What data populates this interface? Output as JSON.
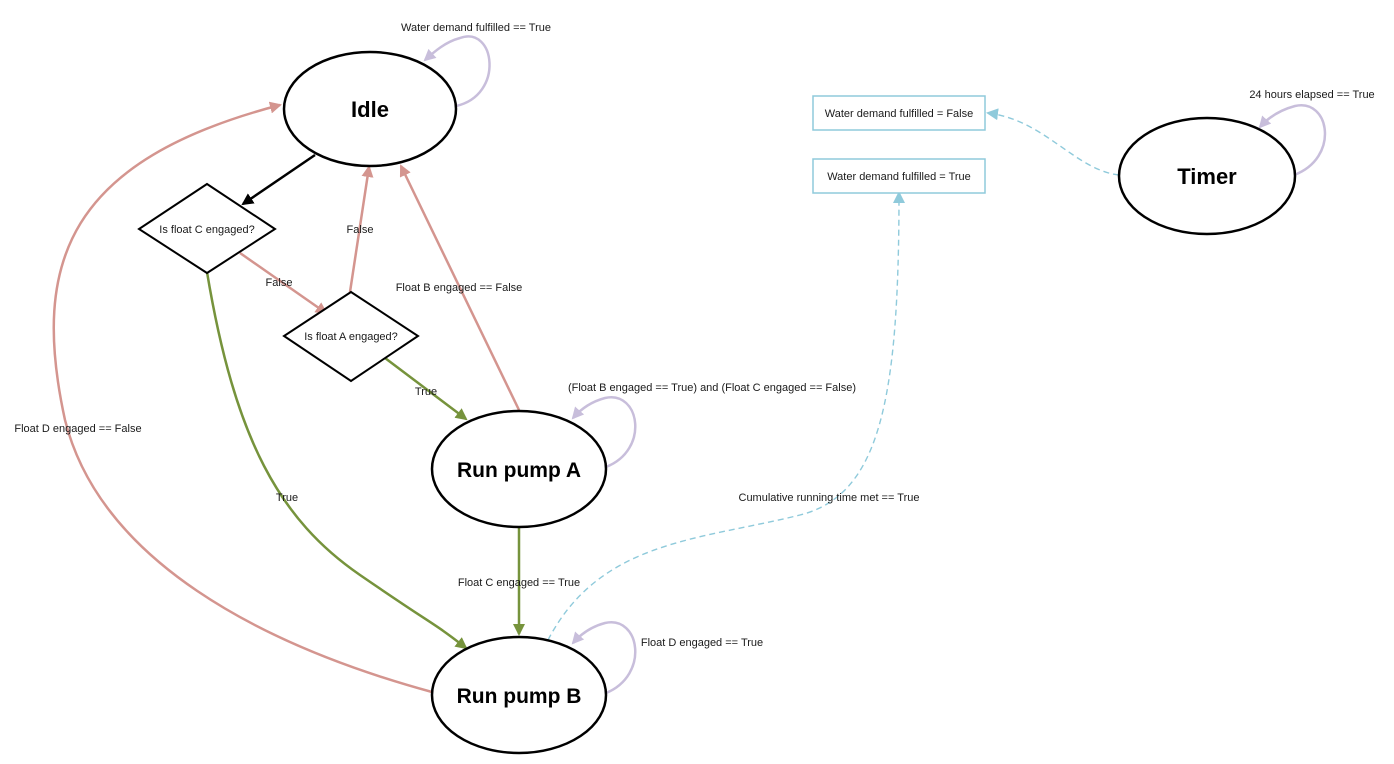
{
  "nodes": {
    "idle": "Idle",
    "pump_a": "Run pump A",
    "pump_b": "Run pump B",
    "timer": "Timer",
    "dec_c": "Is float C engaged?",
    "dec_a": "Is float A engaged?",
    "box_false": "Water demand fulfilled = False",
    "box_true": "Water demand fulfilled = True"
  },
  "labels": {
    "idle_loop": "Water demand fulfilled == True",
    "timer_loop": "24 hours elapsed == True",
    "c_false": "False",
    "a_false": "False",
    "b_false": "Float B engaged == False",
    "a_true": "True",
    "c_true": "True",
    "pump_a_loop": "(Float B engaged == True) and (Float C engaged == False)",
    "float_c_true": "Float C engaged == True",
    "float_d_false": "Float D engaged == False",
    "float_d_true": "Float D engaged == True",
    "cumulative": "Cumulative running time met == True"
  },
  "colors": {
    "red": "#d4958f",
    "green": "#76933c",
    "purple": "#c8bedb",
    "blue": "#8fcadb",
    "black": "#000000"
  }
}
